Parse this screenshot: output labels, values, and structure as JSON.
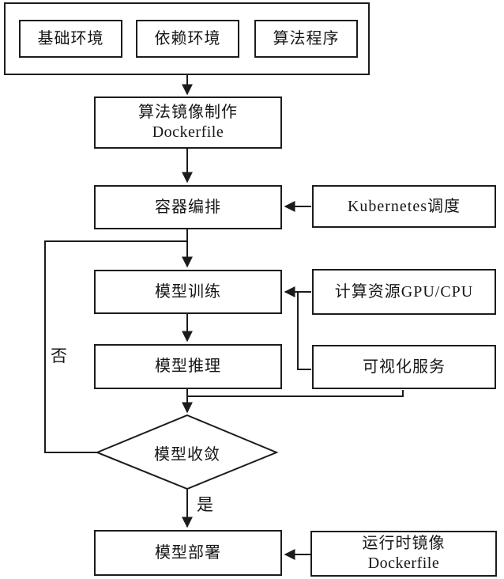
{
  "colors": {
    "line": "#1c1c1c",
    "box_background": "#ffffff",
    "text": "#161616"
  },
  "group": {
    "items": [
      {
        "label": "基础环境"
      },
      {
        "label": "依赖环境"
      },
      {
        "label": "算法程序"
      }
    ]
  },
  "nodes": {
    "image_build": {
      "line1": "算法镜像制作",
      "line2": "Dockerfile"
    },
    "orchestration": {
      "label": "容器编排"
    },
    "k8s": {
      "label": "Kubernetes调度"
    },
    "training": {
      "label": "模型训练"
    },
    "compute": {
      "label": "计算资源GPU/CPU"
    },
    "inference": {
      "label": "模型推理"
    },
    "visualization": {
      "label": "可视化服务"
    },
    "convergence": {
      "label": "模型收敛"
    },
    "deployment": {
      "label": "模型部署"
    },
    "runtime_image": {
      "line1": "运行时镜像",
      "line2": "Dockerfile"
    }
  },
  "edge_labels": {
    "no": "否",
    "yes": "是"
  }
}
